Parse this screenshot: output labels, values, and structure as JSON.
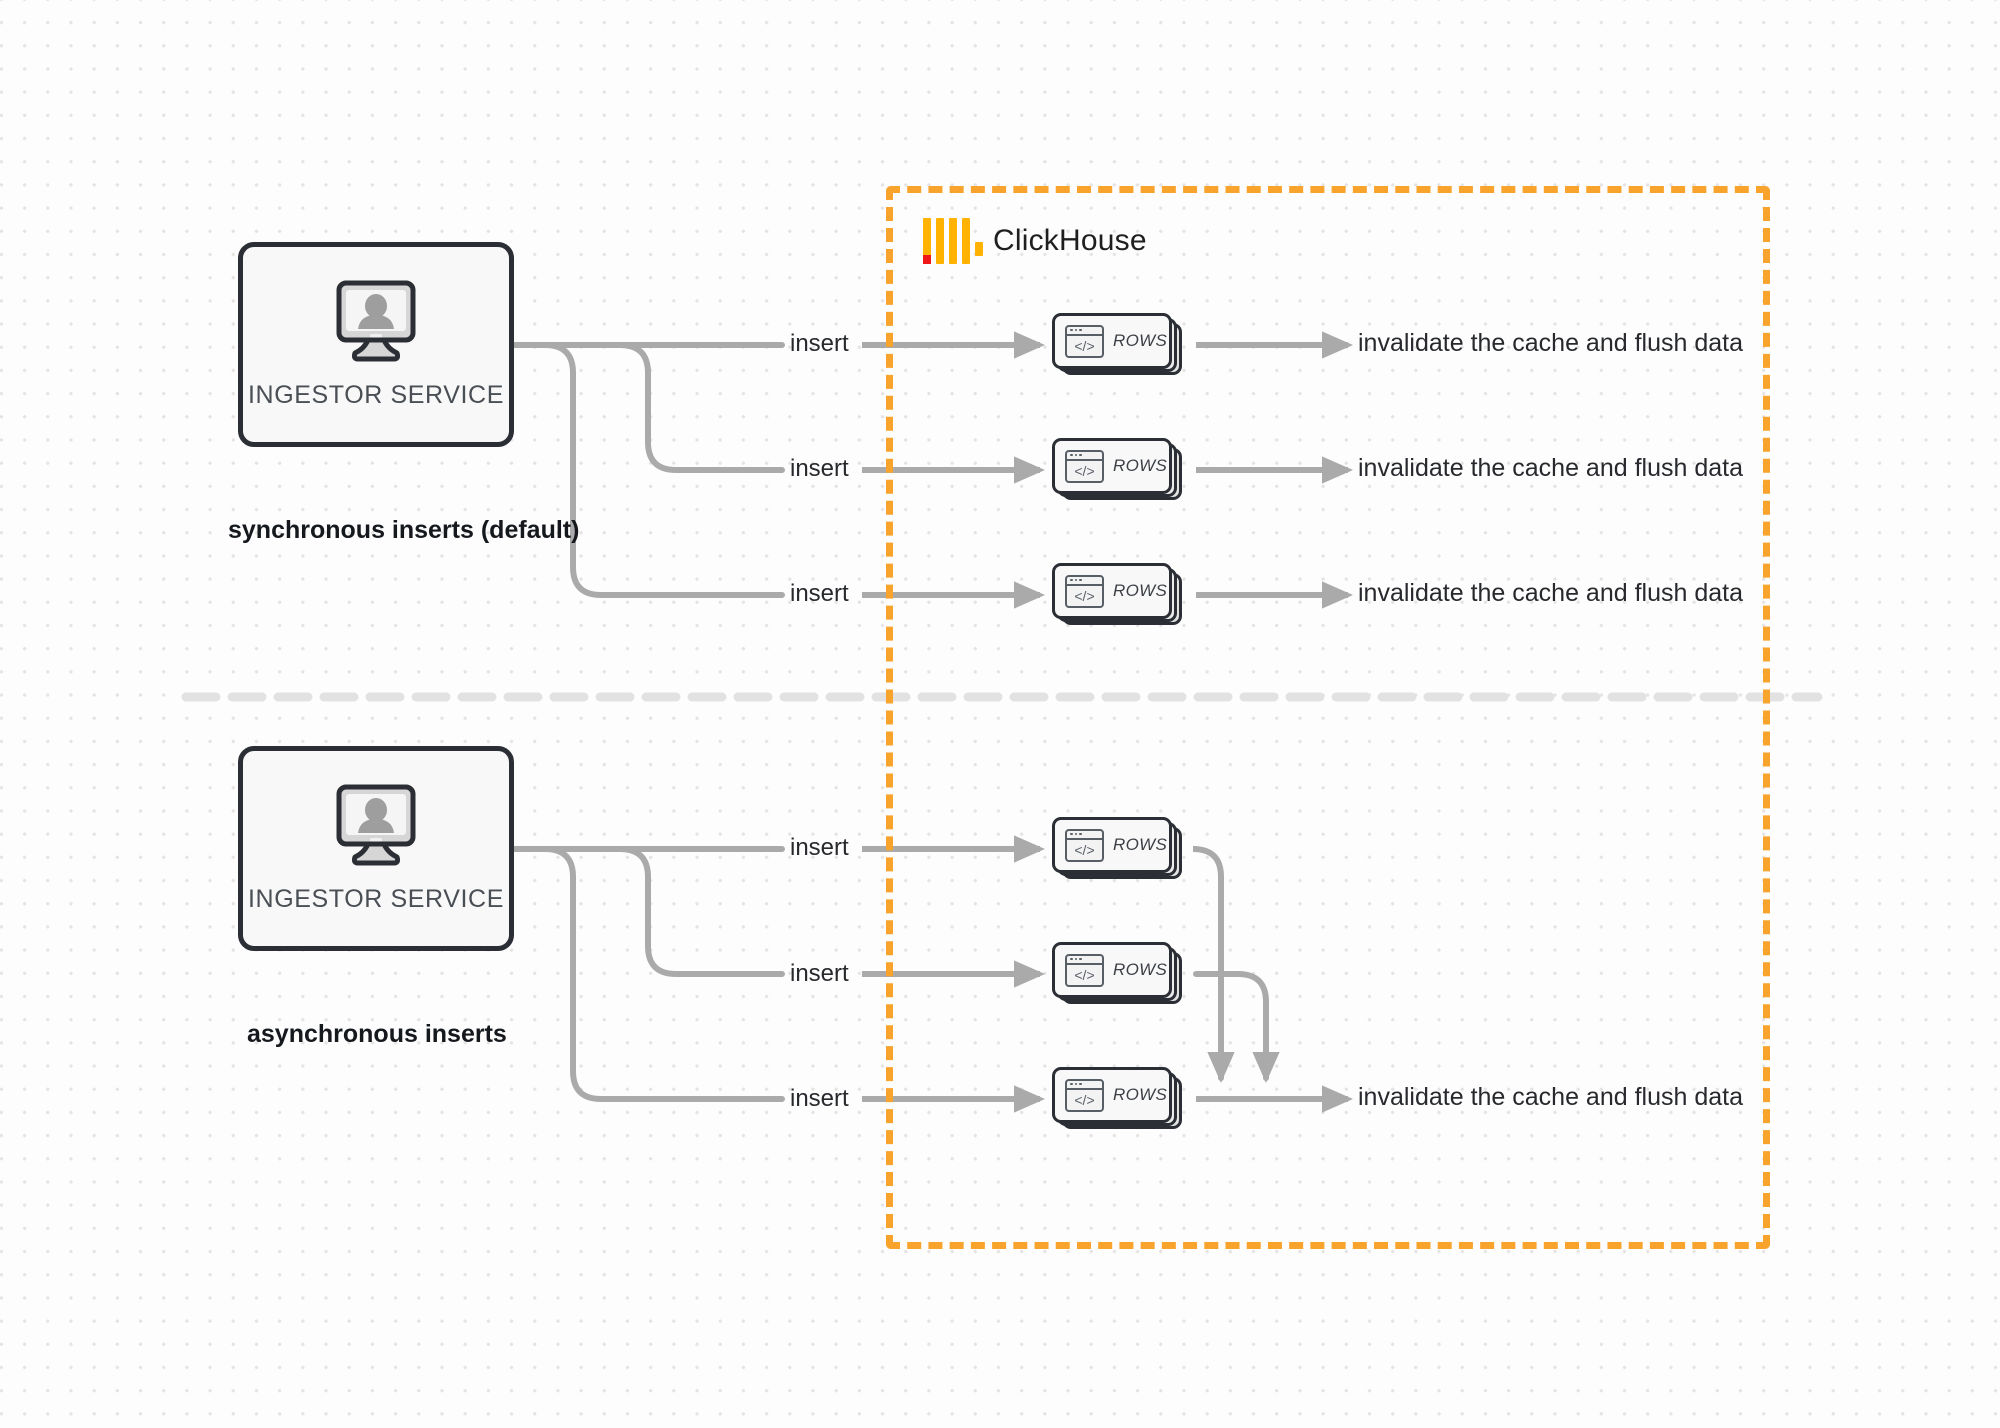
{
  "diagram": {
    "title": "ClickHouse synchronous vs asynchronous inserts",
    "background": "#fdfdfd",
    "dot_color": "#e6e3e3"
  },
  "colors": {
    "accent_orange": "#f8a32b",
    "logo_orange": "#ffb300",
    "logo_red": "#ef1717",
    "connector_gray": "#aaaaaa",
    "node_border": "#2b2f35",
    "text_dark": "#27292d",
    "divider_gray": "#e2e2e2"
  },
  "clickhouse_region": {
    "brand_name": "ClickHouse",
    "logo_name": "clickhouse-logo",
    "border_style": "dashed",
    "border_color": "#f8a32b"
  },
  "sections": [
    {
      "id": "synchronous",
      "label": "synchronous inserts (default)",
      "service": {
        "label": "INGESTOR SERVICE",
        "icon": "monitor-user-icon"
      },
      "rows": [
        {
          "edge_label": "insert",
          "node_label": "ROWS",
          "result_label": "invalidate the cache and flush data"
        },
        {
          "edge_label": "insert",
          "node_label": "ROWS",
          "result_label": "invalidate the cache and flush data"
        },
        {
          "edge_label": "insert",
          "node_label": "ROWS",
          "result_label": "invalidate the cache and flush data"
        }
      ]
    },
    {
      "id": "asynchronous",
      "label": "asynchronous inserts",
      "service": {
        "label": "INGESTOR SERVICE",
        "icon": "monitor-user-icon"
      },
      "rows": [
        {
          "edge_label": "insert",
          "node_label": "ROWS",
          "result_label": ""
        },
        {
          "edge_label": "insert",
          "node_label": "ROWS",
          "result_label": ""
        },
        {
          "edge_label": "insert",
          "node_label": "ROWS",
          "result_label": "invalidate the cache and flush data"
        }
      ]
    }
  ]
}
